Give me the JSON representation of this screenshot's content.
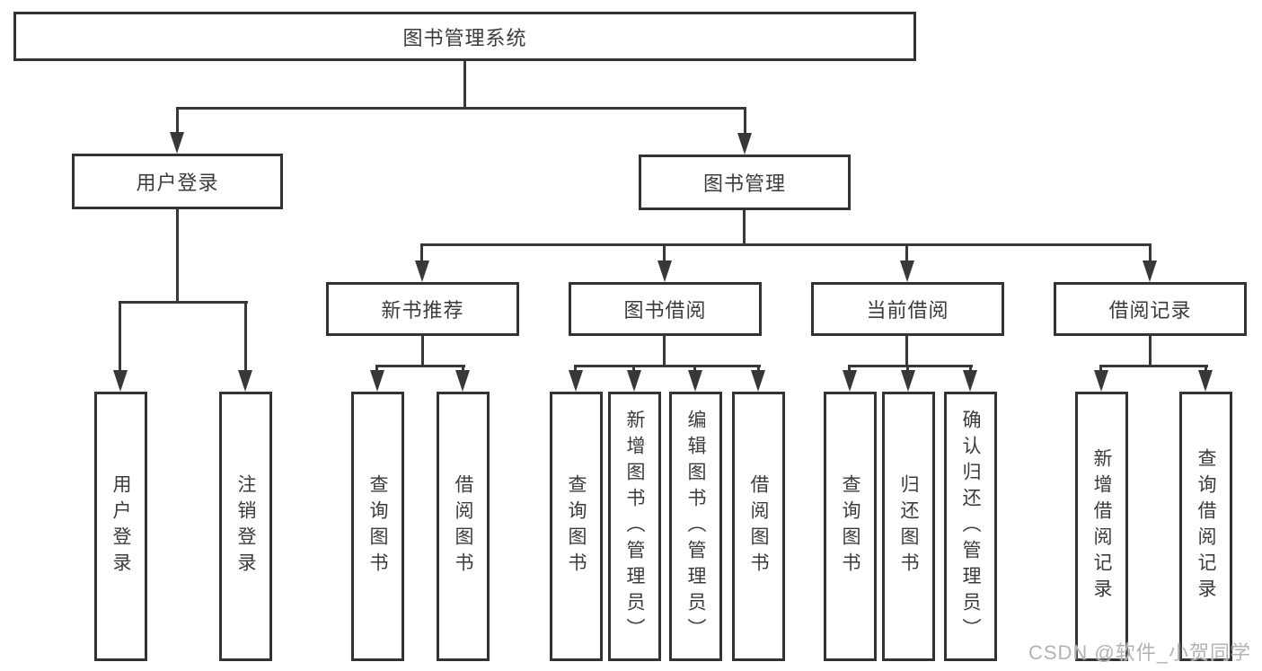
{
  "colors": {
    "line": "#383838",
    "box_border": "#333333",
    "text": "#3b3b3b",
    "watermark": "#b3b3b3",
    "background": "#ffffff"
  },
  "tree": {
    "root": {
      "label": "图书管理系统",
      "children": [
        {
          "label": "用户登录",
          "children": [
            {
              "label": "用户登录"
            },
            {
              "label": "注销登录"
            }
          ]
        },
        {
          "label": "图书管理",
          "children": [
            {
              "label": "新书推荐",
              "children": [
                {
                  "label": "查询图书"
                },
                {
                  "label": "借阅图书"
                }
              ]
            },
            {
              "label": "图书借阅",
              "children": [
                {
                  "label": "查询图书"
                },
                {
                  "label": "新增图书（管理员）"
                },
                {
                  "label": "编辑图书（管理员）"
                },
                {
                  "label": "借阅图书"
                }
              ]
            },
            {
              "label": "当前借阅",
              "children": [
                {
                  "label": "查询图书"
                },
                {
                  "label": "归还图书"
                },
                {
                  "label": "确认归还（管理员）"
                }
              ]
            },
            {
              "label": "借阅记录",
              "children": [
                {
                  "label": "新增借阅记录"
                },
                {
                  "label": "查询借阅记录"
                }
              ]
            }
          ]
        }
      ]
    }
  },
  "watermark": {
    "text": "CSDN @软件_小贺同学"
  }
}
